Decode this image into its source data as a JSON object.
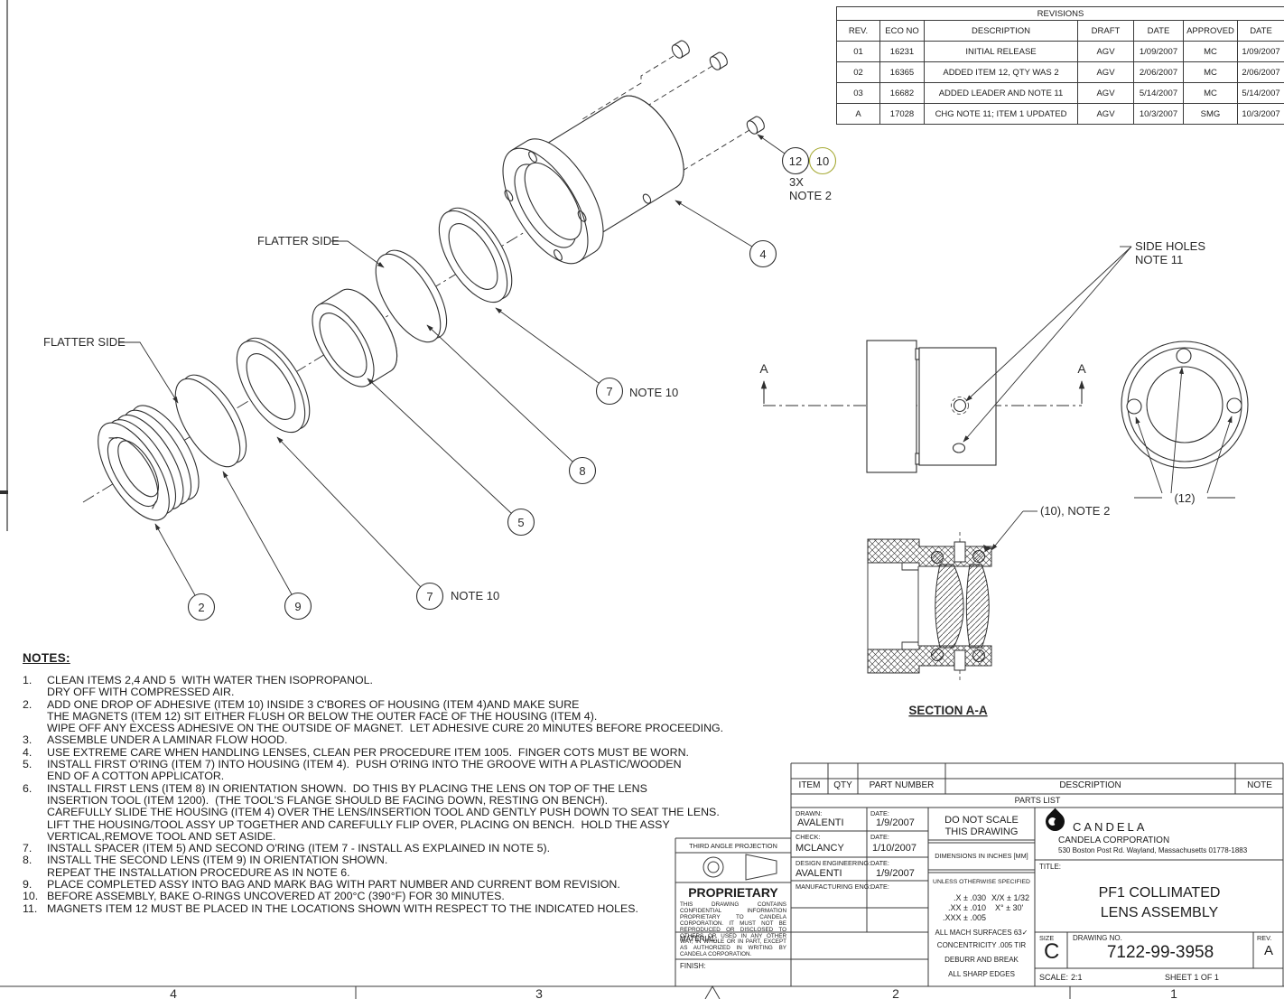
{
  "colors": {
    "line": "#2f2f2f",
    "balloon_accent": "#a6aa35"
  },
  "revisions": {
    "title": "REVISIONS",
    "headers": [
      "REV.",
      "ECO NO",
      "DESCRIPTION",
      "DRAFT",
      "DATE",
      "APPROVED",
      "DATE"
    ],
    "rows": [
      [
        "01",
        "16231",
        "INITIAL RELEASE",
        "AGV",
        "1/09/2007",
        "MC",
        "1/09/2007"
      ],
      [
        "02",
        "16365",
        "ADDED ITEM 12, QTY WAS 2",
        "AGV",
        "2/06/2007",
        "MC",
        "2/06/2007"
      ],
      [
        "03",
        "16682",
        "ADDED LEADER AND NOTE 11",
        "AGV",
        "5/14/2007",
        "MC",
        "5/14/2007"
      ],
      [
        "A",
        "17028",
        "CHG NOTE 11; ITEM 1 UPDATED",
        "AGV",
        "10/3/2007",
        "SMG",
        "10/3/2007"
      ]
    ]
  },
  "exploded": {
    "flatter_side_left": "FLATTER SIDE",
    "flatter_side_right": "FLATTER SIDE",
    "balloon_2": "2",
    "balloon_9": "9",
    "balloon_7a": "7",
    "balloon_5": "5",
    "balloon_8": "8",
    "balloon_7b": "7",
    "balloon_4": "4",
    "balloon_12": "12",
    "balloon_10": "10",
    "note10_a": "NOTE 10",
    "note10_b": "NOTE 10",
    "qty_3x": "3X",
    "note_2": "NOTE 2"
  },
  "views": {
    "a_left": "A",
    "a_right": "A",
    "side_holes_1": "SIDE HOLES",
    "side_holes_2": "NOTE 11",
    "magnet_ref": "(12)",
    "adhesive_ref": "(10), NOTE 2",
    "section_title": "SECTION A-A"
  },
  "notes": {
    "heading": "NOTES:",
    "items": [
      {
        "num": "1.",
        "text": "CLEAN ITEMS 2,4 AND 5  WITH WATER THEN ISOPROPANOL.\nDRY OFF WITH COMPRESSED AIR."
      },
      {
        "num": "2.",
        "text": "ADD ONE DROP OF ADHESIVE (ITEM 10) INSIDE 3 C'BORES OF HOUSING (ITEM 4)AND MAKE SURE\nTHE MAGNETS (ITEM 12) SIT EITHER FLUSH OR BELOW THE OUTER FACE OF THE HOUSING (ITEM 4).\nWIPE OFF ANY EXCESS ADHESIVE ON THE OUTSIDE OF MAGNET.  LET ADHESIVE CURE 20 MINUTES BEFORE PROCEEDING."
      },
      {
        "num": "3.",
        "text": "ASSEMBLE UNDER A LAMINAR FLOW HOOD."
      },
      {
        "num": "4.",
        "text": "USE EXTREME CARE WHEN HANDLING LENSES, CLEAN PER PROCEDURE ITEM 1005.  FINGER COTS MUST BE WORN."
      },
      {
        "num": "5.",
        "text": "INSTALL FIRST O'RING (ITEM 7) INTO HOUSING (ITEM 4).  PUSH O'RING INTO THE GROOVE WITH A PLASTIC/WOODEN\nEND OF A COTTON APPLICATOR."
      },
      {
        "num": "6.",
        "text": "INSTALL FIRST LENS (ITEM 8) IN ORIENTATION SHOWN.  DO THIS BY PLACING THE LENS ON TOP OF THE LENS\nINSERTION TOOL (ITEM 1200).  (THE TOOL'S FLANGE SHOULD BE FACING DOWN, RESTING ON BENCH).\nCAREFULLY SLIDE THE HOUSING (ITEM 4) OVER THE LENS/INSERTION TOOL AND GENTLY PUSH DOWN TO SEAT THE LENS.\nLIFT THE HOUSING/TOOL ASSY UP TOGETHER AND CAREFULLY FLIP OVER, PLACING ON BENCH.  HOLD THE ASSY\nVERTICAL,REMOVE TOOL AND SET ASIDE."
      },
      {
        "num": "7.",
        "text": "INSTALL SPACER (ITEM 5) AND SECOND O'RING (ITEM 7 - INSTALL AS EXPLAINED IN NOTE 5)."
      },
      {
        "num": "8.",
        "text": "INSTALL THE SECOND LENS (ITEM 9) IN ORIENTATION SHOWN.\nREPEAT THE INSTALLATION PROCEDURE AS IN NOTE 6."
      },
      {
        "num": "9.",
        "text": "PLACE COMPLETED ASSY INTO BAG AND MARK BAG WITH PART NUMBER AND CURRENT BOM REVISION."
      },
      {
        "num": "10.",
        "text": "BEFORE ASSEMBLY, BAKE O-RINGS UNCOVERED AT 200°C (390°F) FOR 30 MINUTES."
      },
      {
        "num": "11.",
        "text": "MAGNETS ITEM 12 MUST BE PLACED IN THE LOCATIONS SHOWN WITH RESPECT TO THE INDICATED HOLES."
      }
    ]
  },
  "parts_list": {
    "headers": [
      "ITEM",
      "QTY",
      "PART NUMBER",
      "DESCRIPTION",
      "NOTE"
    ],
    "band": "PARTS LIST"
  },
  "title_block": {
    "drawn_label": "DRAWN:",
    "drawn_name": "AVALENTI",
    "drawn_date_label": "DATE:",
    "drawn_date": "1/9/2007",
    "check_label": "CHECK:",
    "check_name": "MCLANCY",
    "check_date_label": "DATE:",
    "check_date": "1/10/2007",
    "design_label": "DESIGN ENGINEERING:",
    "design_name": "AVALENTI",
    "design_date_label": "DATE:",
    "design_date": "1/9/2007",
    "mfg_label": "MANUFACTURING ENG:",
    "mfg_date_label": "DATE:",
    "do_not_scale": "DO NOT SCALE\nTHIS DRAWING",
    "dims_units": "DIMENSIONS IN INCHES [MM]",
    "unless": "UNLESS OTHERWISE SPECIFIED",
    "tol_x": ".X ± .030",
    "tol_xx": ".XX ± .010",
    "tol_xxx": ".XXX ± .005",
    "tol_frac": "X/X ± 1/32",
    "tol_ang": "X° ± 30'",
    "surfaces": "ALL MACH SURFACES",
    "surfaces_value": "63",
    "surface_check_icon": "✓",
    "concentricity": "CONCENTRICITY .005 TIR",
    "deburr": "DEBURR AND BREAK",
    "sharp": "ALL SHARP EDGES",
    "third_angle": "THIRD ANGLE PROJECTION",
    "proprietary_title": "PROPRIETARY",
    "proprietary_text": "THIS DRAWING CONTAINS CONFIDENTIAL INFORMATION PROPRIETARY TO CANDELA CORPORATION. IT MUST NOT BE REPRODUCED OR DISCLOSED TO OTHERS OR USED IN ANY OTHER WAY, IN WHOLE OR IN PART, EXCEPT AS AUTHORIZED IN WRITING BY CANDELA CORPORATION.",
    "material_label": "MATERIAL:",
    "finish_label": "FINISH:",
    "company_wordmark": "CANDELA",
    "company_name": "CANDELA CORPORATION",
    "company_address": "530 Boston Post Rd. Wayland, Massachusetts 01778-1883",
    "title_label": "TITLE:",
    "title_line1": "PF1 COLLIMATED",
    "title_line2": "LENS ASSEMBLY",
    "size_label": "SIZE",
    "size": "C",
    "drawing_no_label": "DRAWING NO.",
    "drawing_no": "7122-99-3958",
    "rev_label": "REV.",
    "rev": "A",
    "scale_label": "SCALE:",
    "scale": "2:1",
    "sheet": "SHEET 1 OF 1"
  },
  "zones": [
    "4",
    "3",
    "2",
    "1"
  ]
}
